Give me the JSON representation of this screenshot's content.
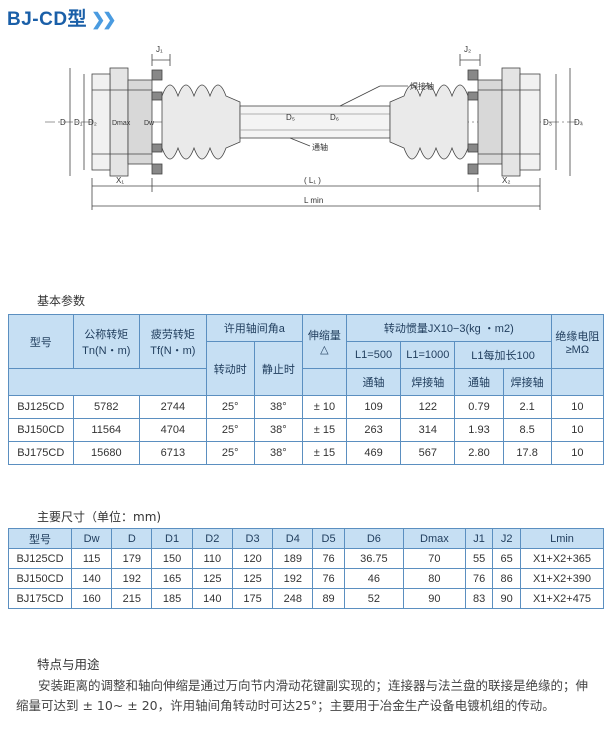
{
  "header": {
    "title": "BJ-CD型",
    "chevrons": "❯❯"
  },
  "drawing": {
    "labels": {
      "j1": "J₁",
      "j2": "J₂",
      "d": "D",
      "d1": "D₁",
      "d2": "D₂",
      "dmax": "Dmax",
      "dw": "Dw",
      "d5": "D₅",
      "d6": "D₆",
      "d3": "D₃",
      "d4": "D₄",
      "weld_shaft": "焊接轴",
      "through_shaft": "通轴",
      "x1": "X₁",
      "l1": "( L₁ )",
      "x2": "X₂",
      "lmin": "L min"
    }
  },
  "params": {
    "section_title": "基本参数",
    "headers": {
      "model": "型号",
      "tn": "公称转矩\nTn(N・m)",
      "tf": "疲劳转矩\nTf(N・m)",
      "angle": "许用轴间角a",
      "angle_run": "转动时",
      "angle_static": "静止时",
      "stretch": "伸缩量\n△",
      "inertia": "转动惯量JX10−3(kg ・m2)",
      "l500": "L1=500",
      "l1000": "L1=1000",
      "l100": "L1每加长100",
      "through": "通轴",
      "welded": "焊接轴",
      "through2": "通轴",
      "welded2": "焊接轴",
      "insulation": "绝缘电阻\n≥MΩ"
    },
    "rows": [
      [
        "BJ125CD",
        "5782",
        "2744",
        "25°",
        "38°",
        "± 10",
        "109",
        "122",
        "0.79",
        "2.1",
        "10"
      ],
      [
        "BJ150CD",
        "11564",
        "4704",
        "25°",
        "38°",
        "± 15",
        "263",
        "314",
        "1.93",
        "8.5",
        "10"
      ],
      [
        "BJ175CD",
        "15680",
        "6713",
        "25°",
        "38°",
        "± 15",
        "469",
        "567",
        "2.80",
        "17.8",
        "10"
      ]
    ]
  },
  "dims": {
    "section_title": "主要尺寸（单位：mm)",
    "headers": [
      "型号",
      "Dw",
      "D",
      "D1",
      "D2",
      "D3",
      "D4",
      "D5",
      "D6",
      "Dmax",
      "J1",
      "J2",
      "Lmin"
    ],
    "rows": [
      [
        "BJ125CD",
        "115",
        "179",
        "150",
        "110",
        "120",
        "189",
        "76",
        "36.75",
        "70",
        "55",
        "65",
        "X1+X2+365"
      ],
      [
        "BJ150CD",
        "140",
        "192",
        "165",
        "125",
        "125",
        "192",
        "76",
        "46",
        "80",
        "76",
        "86",
        "X1+X2+390"
      ],
      [
        "BJ175CD",
        "160",
        "215",
        "185",
        "140",
        "175",
        "248",
        "89",
        "52",
        "90",
        "83",
        "90",
        "X1+X2+475"
      ]
    ]
  },
  "features": {
    "title": "特点与用途",
    "text": "安装距离的调整和轴向伸缩是通过万向节内滑动花键副实现的；连接器与法兰盘的联接是绝缘的；伸缩量可达到 ± 10~ ± 20，许用轴间角转动时可达25°；主要用于冶金生产设备电镀机组的传动。"
  }
}
